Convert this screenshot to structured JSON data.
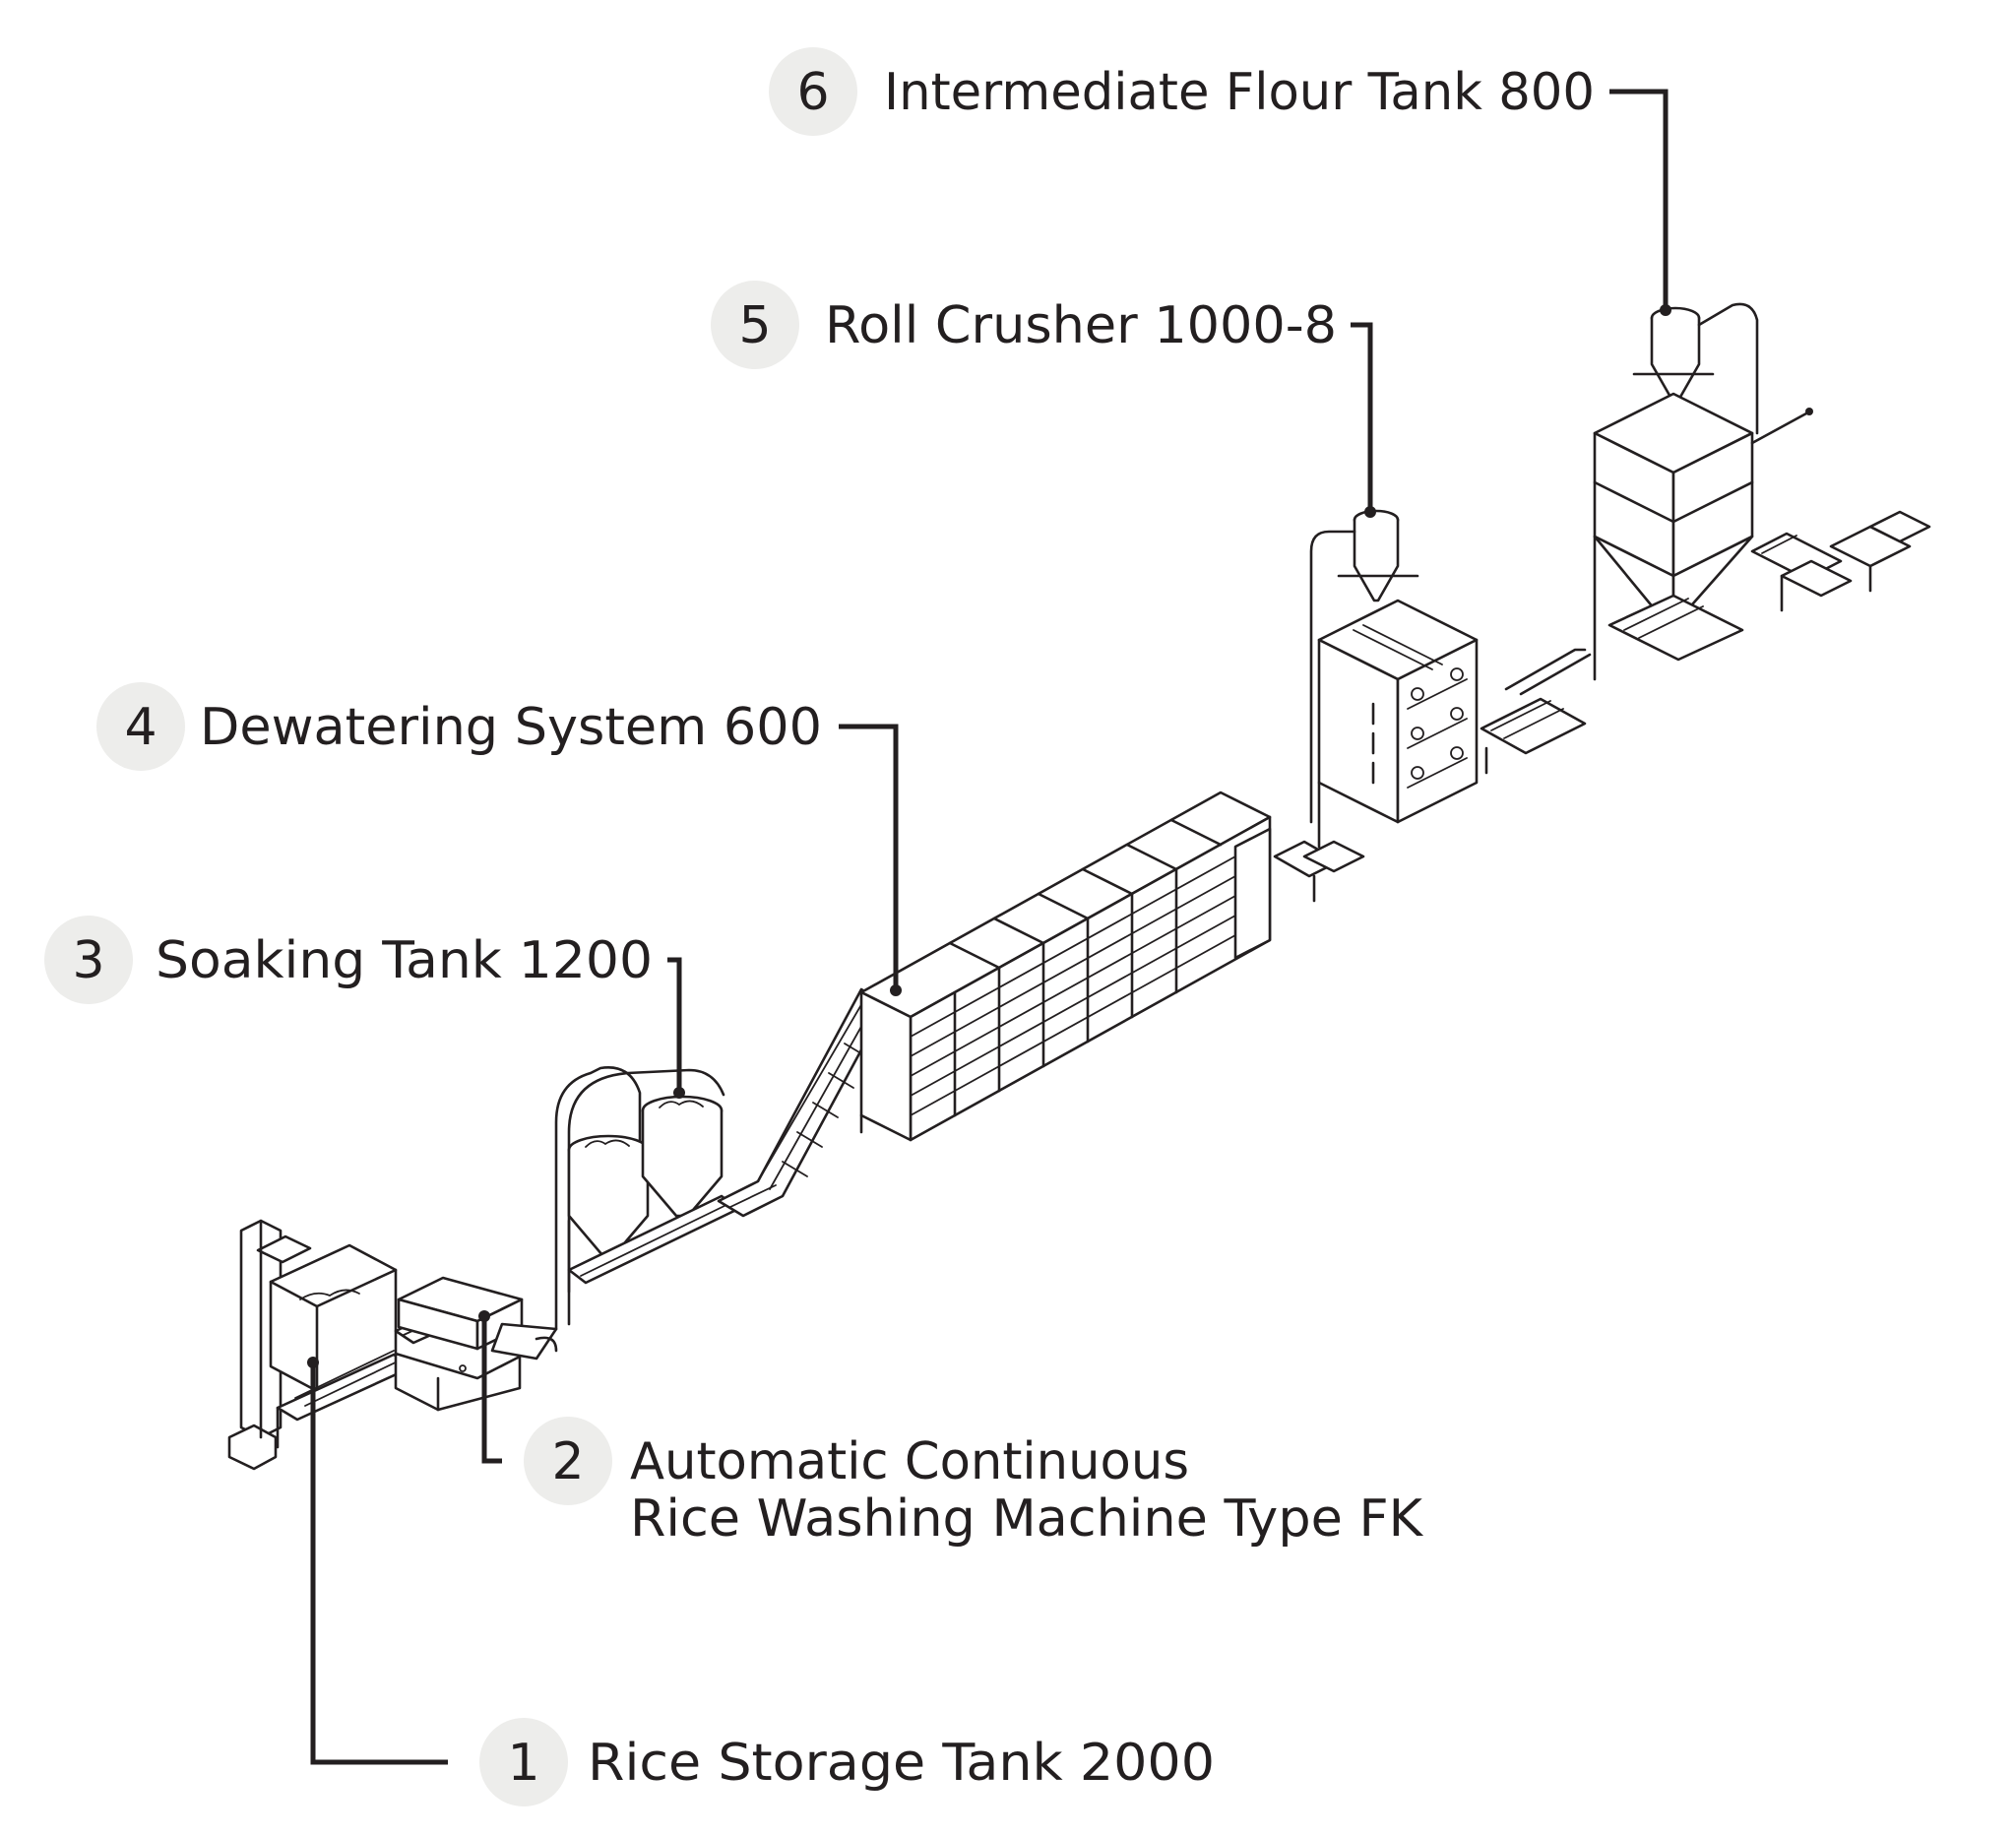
{
  "stations": [
    {
      "number": "1",
      "lines": [
        "Rice Storage Tank 2000"
      ]
    },
    {
      "number": "2",
      "lines": [
        "Automatic Continuous",
        "Rice Washing Machine Type FK"
      ]
    },
    {
      "number": "3",
      "lines": [
        "Soaking Tank 1200"
      ]
    },
    {
      "number": "4",
      "lines": [
        "Dewatering System 600"
      ]
    },
    {
      "number": "5",
      "lines": [
        "Roll Crusher 1000-8"
      ]
    },
    {
      "number": "6",
      "lines": [
        "Intermediate Flour Tank 800"
      ]
    }
  ]
}
